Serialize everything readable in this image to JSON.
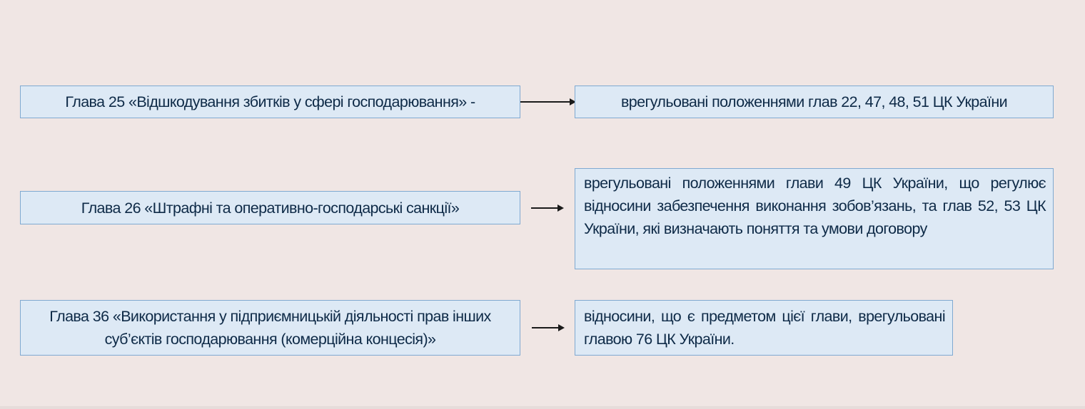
{
  "rows": [
    {
      "chapter": "Глава 25 «Відшкодування збитків у сфері господарювання» -",
      "regulation": "врегульовані положеннями глав 22, 47, 48, 51 ЦК України"
    },
    {
      "chapter": "Глава 26 «Штрафні та оперативно-господарські санкції»",
      "regulation": "врегульовані положеннями глави 49 ЦК України, що регулює відносини забезпечення виконання зобов’язань, та глав 52, 53 ЦК України, які визначають поняття та умови договору"
    },
    {
      "chapter": "Глава 36 «Використання у підприємницькій діяльності прав інших суб’єктів господарювання (комерційна концесія)»",
      "regulation": "відносини, що є предметом цієї глави, врегульовані главою 76 ЦК України."
    }
  ],
  "colors": {
    "background": "#f0e6e4",
    "box_fill": "#dde9f5",
    "box_border": "#7fa9d1",
    "text": "#0e2a47",
    "arrow": "#1a1a1a"
  }
}
